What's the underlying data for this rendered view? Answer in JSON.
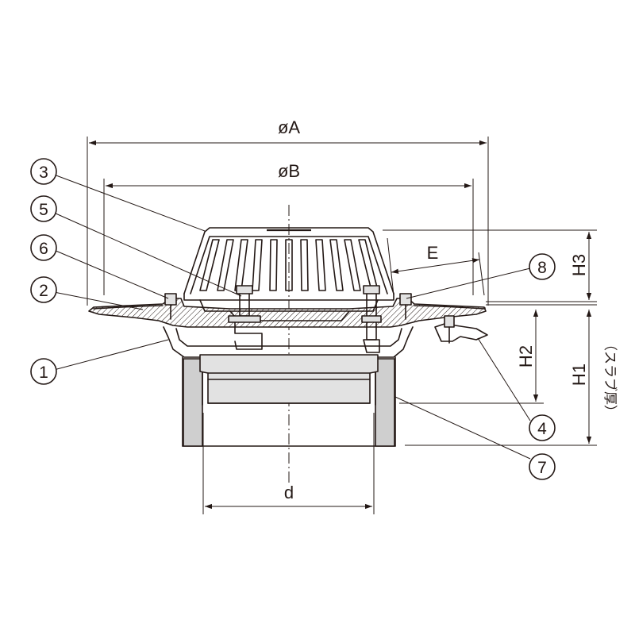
{
  "dimensions": {
    "outer_diameter": "øA",
    "inner_diameter": "øB",
    "offset": "E",
    "height_top": "H3",
    "height_flange": "H2",
    "height_total": "H1",
    "slab_note": "（スラブ厚）",
    "pipe_diameter": "d"
  },
  "callouts": [
    "1",
    "2",
    "3",
    "4",
    "5",
    "6",
    "7",
    "8"
  ],
  "colors": {
    "line": "#231815",
    "fill": "#cfcfcf",
    "background": "#ffffff"
  }
}
